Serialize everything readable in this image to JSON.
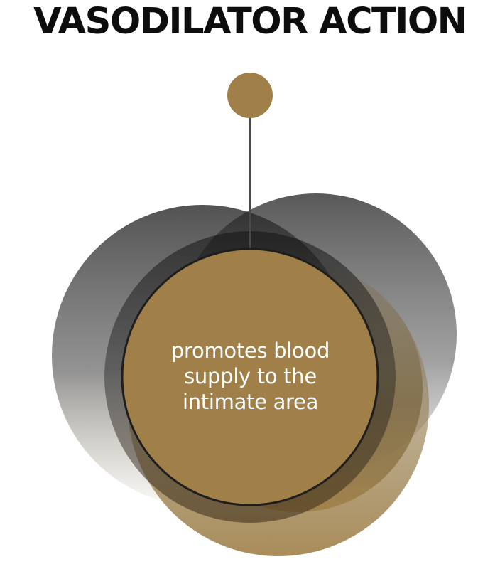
{
  "title": "VASODILATOR ACTION",
  "center_label": {
    "line1": "promotes blood",
    "line2": "supply to the",
    "line3": "intimate area"
  },
  "colors": {
    "accent": "#a08048",
    "title": "#0d0d0d",
    "connector": "#4a4a4a",
    "overlay_gray": "#3a3a3a"
  }
}
